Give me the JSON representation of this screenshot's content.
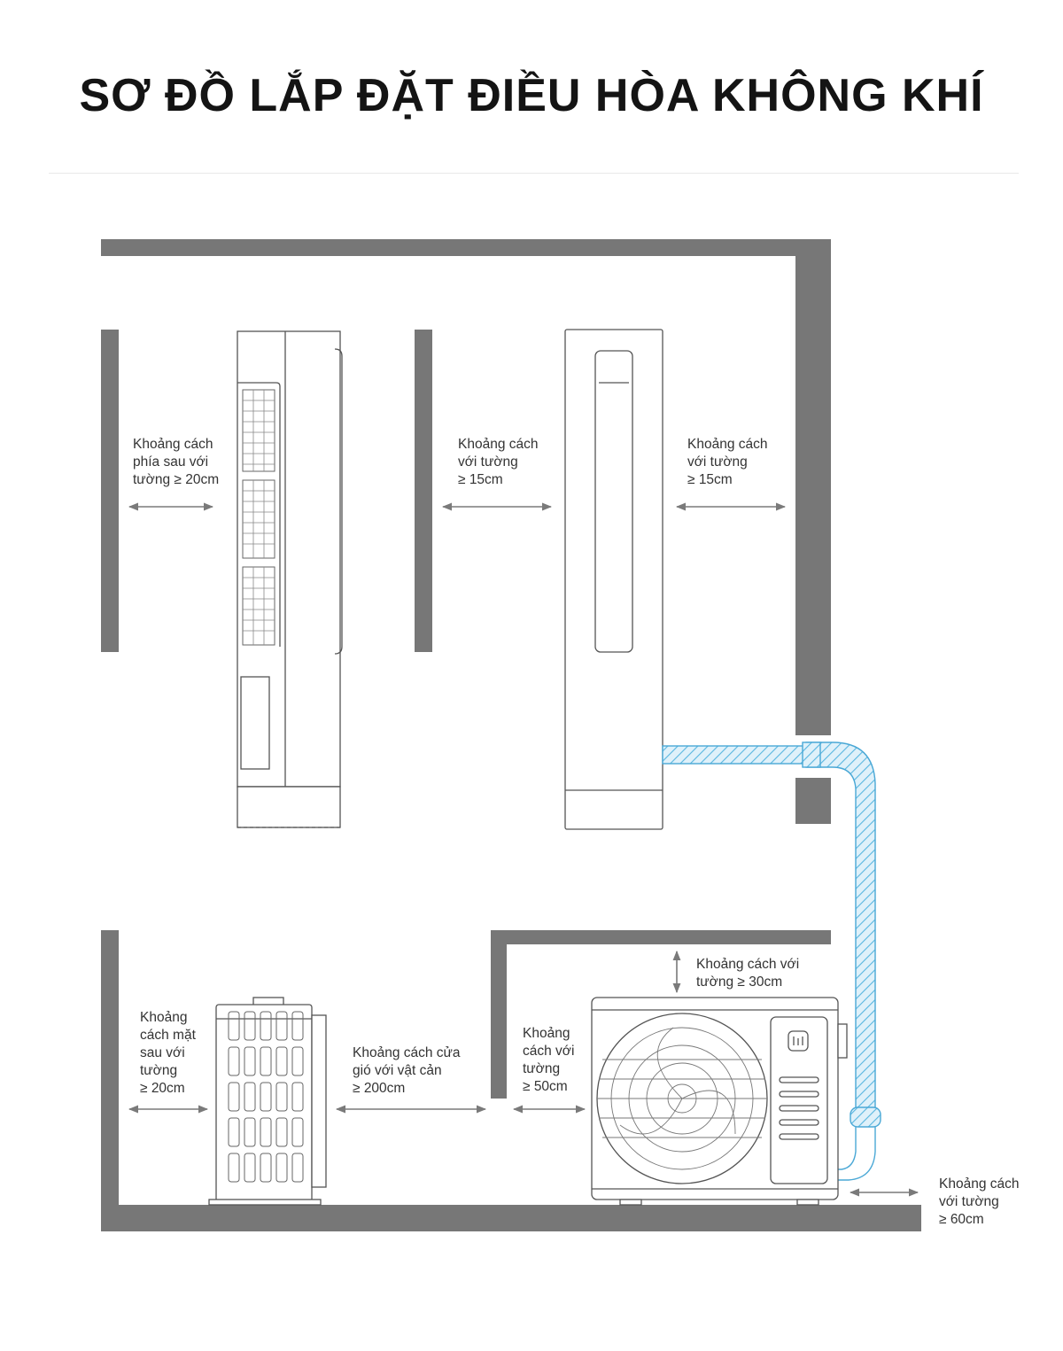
{
  "title": "SƠ ĐỒ LẮP ĐẶT ĐIỀU HÒA KHÔNG KHÍ",
  "colors": {
    "wall": "#777777",
    "pipe": "#59b6e0",
    "arrow": "#7a7a7a",
    "unit_line": "#555555"
  },
  "indoor": {
    "rear_clearance": [
      "Khoảng cách",
      "phía sau với",
      "tường ≥ 20cm"
    ],
    "left_clearance": [
      "Khoảng cách",
      "với tường",
      "≥ 15cm"
    ],
    "right_clearance": [
      "Khoảng cách",
      "với tường",
      "≥ 15cm"
    ]
  },
  "outdoor": {
    "rear_clearance": [
      "Khoảng",
      "cách mặt",
      "sau với",
      "tường",
      "≥ 20cm"
    ],
    "outlet_clearance": [
      "Khoảng cách cửa",
      "gió với vật cản",
      "≥ 200cm"
    ],
    "side_clearance": [
      "Khoảng",
      "cách với",
      "tường",
      "≥ 50cm"
    ],
    "top_clearance": [
      "Khoảng cách với",
      "tường ≥ 30cm"
    ],
    "right_clearance": [
      "Khoảng cách",
      "với tường",
      "≥ 60cm"
    ]
  }
}
